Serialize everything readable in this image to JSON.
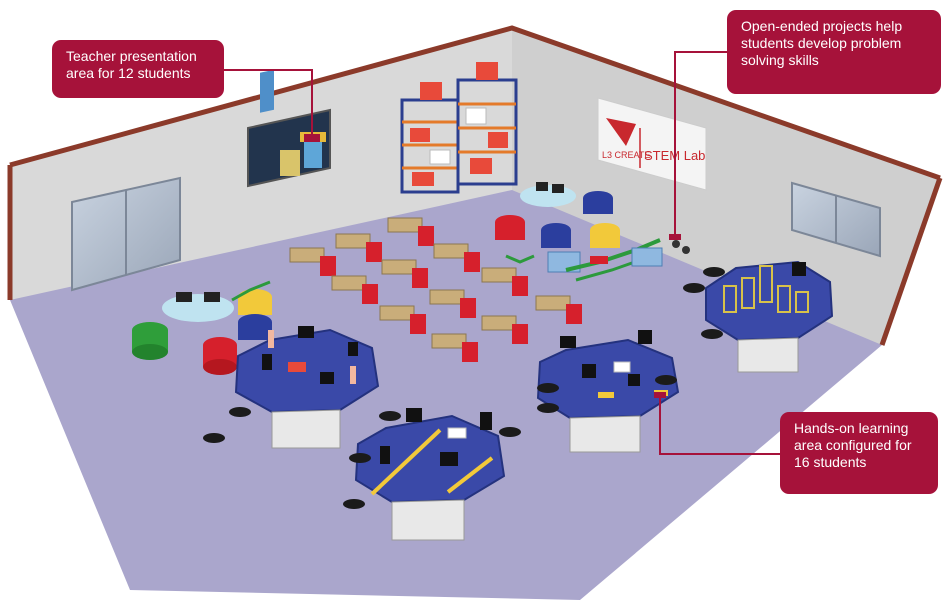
{
  "callouts": {
    "teacher": {
      "lines": [
        "Teacher presentation",
        "area for 12 students"
      ]
    },
    "projects": {
      "lines": [
        "Open-ended projects help",
        "students develop problem",
        "solving skills"
      ]
    },
    "handson": {
      "lines": [
        "Hands-on learning",
        "area configured for",
        "16 students"
      ]
    }
  },
  "sign": {
    "brand": "L3 CREATE",
    "lab": "STEM Lab"
  },
  "colors": {
    "callout": "#a6123a",
    "floor": "#aaa6cc",
    "wall": "#dcdcdc",
    "wall_top": "#8b3a2a",
    "table_top": "#3a49a8",
    "chair": "#d6202c",
    "desk": "#c9ad7a"
  },
  "icons": {
    "screen": "teacher-screen-icon",
    "shelf": "storage-shelf-icon",
    "stool": "stool-icon",
    "monitor": "monitor-icon"
  }
}
